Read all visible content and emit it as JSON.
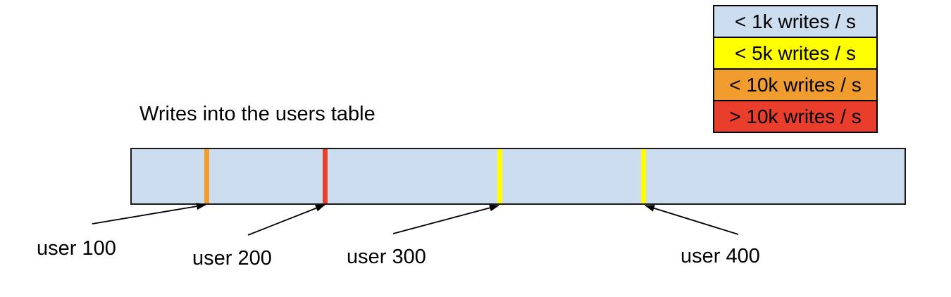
{
  "title": "Writes into the users table",
  "legend": {
    "items": [
      {
        "label": "< 1k writes / s",
        "color": "#cdddf0"
      },
      {
        "label": "< 5k writes / s",
        "color": "#ffff00"
      },
      {
        "label": "< 10k writes / s",
        "color": "#f09c2e"
      },
      {
        "label": "> 10k writes / s",
        "color": "#e93e2b"
      }
    ]
  },
  "bar": {
    "fill": "#cdddf0",
    "border": "#000000",
    "stripes": [
      {
        "user": "user 100",
        "color": "#f09c2e",
        "rate": "< 10k writes / s"
      },
      {
        "user": "user 200",
        "color": "#e93e2b",
        "rate": "> 10k writes / s"
      },
      {
        "user": "user 300",
        "color": "#ffff00",
        "rate": "< 5k writes / s"
      },
      {
        "user": "user 400",
        "color": "#ffff00",
        "rate": "< 5k writes / s"
      }
    ]
  },
  "user_labels": [
    {
      "label": "user 100"
    },
    {
      "label": "user 200"
    },
    {
      "label": "user 300"
    },
    {
      "label": "user 400"
    }
  ]
}
